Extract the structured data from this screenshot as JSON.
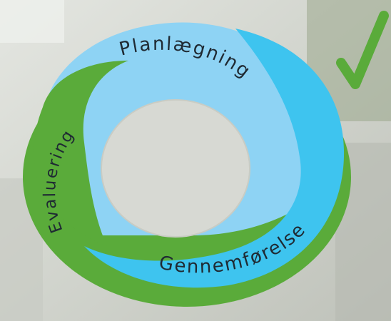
{
  "diagram": {
    "stages": [
      {
        "id": "planning",
        "label": "Planlægning"
      },
      {
        "id": "execution",
        "label": "Gennemførelse"
      },
      {
        "id": "evaluation",
        "label": "Evaluering"
      }
    ],
    "checkmark": {
      "icon": "checkmark-icon",
      "color": "#5aab3a"
    },
    "colors": {
      "light_blue": "#8ed3f4",
      "cyan": "#3ec4ef",
      "green": "#5aab3a",
      "background": "#cfd3cc"
    }
  }
}
